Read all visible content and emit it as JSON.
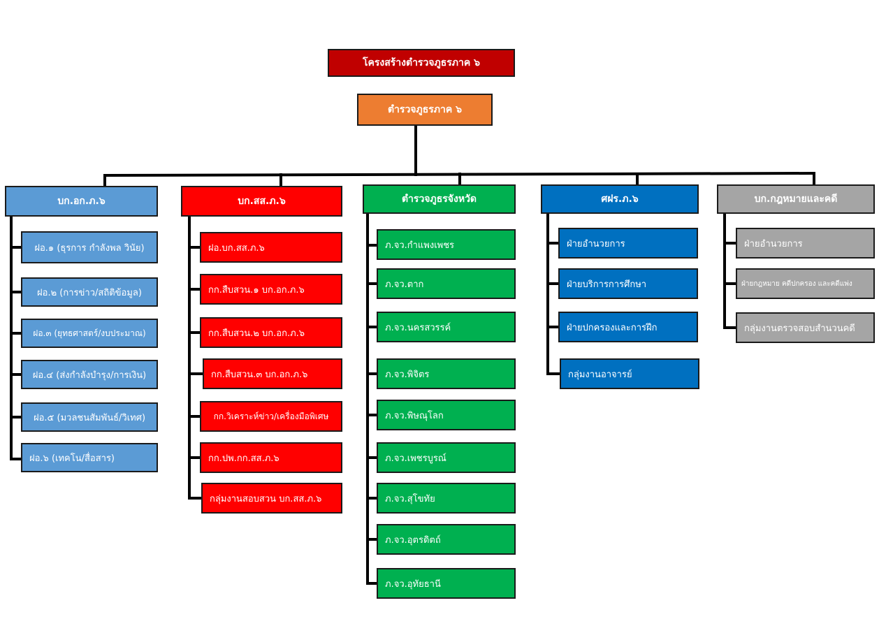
{
  "title": "โครงสร้างตำรวจภูธรภาค ๖",
  "root": "ตำรวจภูธรภาค ๖",
  "colors": {
    "title": "#c00000",
    "root": "#ed7d31",
    "col1": "#5b9bd5",
    "col2": "#ff0000",
    "col3": "#00b050",
    "col4": "#0070c0",
    "col5": "#a5a5a5",
    "line": "#000000"
  },
  "columns": [
    {
      "name": "บก.อก.ภ.๖",
      "items": [
        "ฝอ.๑ (ธุรการ กำลังพล วินัย)",
        "ฝอ.๒ (การข่าว/สถิติข้อมูล)",
        "ฝอ.๓ (ยุทธศาสตร์/งบประมาณ)",
        "ฝอ.๔ (ส่งกำลังบำรุง/การเงิน)",
        "ฝอ.๕ (มวลชนสัมพันธ์/วิเทศ)",
        "ฝอ.๖ (เทคโน/สื่อสาร)"
      ]
    },
    {
      "name": "บก.สส.ภ.๖",
      "items": [
        "ฝอ.บก.สส.ภ.๖",
        "กก.สืบสวน.๑ บก.อก.ภ.๖",
        "กก.สืบสวน.๒ บก.อก.ภ.๖",
        "กก.สืบสวน.๓ บก.อก.ภ.๖",
        "กก.วิเคราะห์ข่าว/เครื่องมือพิเศษ",
        "กก.ปพ.กก.สส.ภ.๖",
        "กลุ่มงานสอบสวน บก.สส.ภ.๖"
      ]
    },
    {
      "name": "ตำรวจภูธรจังหวัด",
      "items": [
        "ภ.จว.กำแพงเพชร",
        "ภ.จว.ตาก",
        "ภ.จว.นครสวรรค์",
        "ภ.จว.พิจิตร",
        "ภ.จว.พิษณุโลก",
        "ภ.จว.เพชรบูรณ์",
        "ภ.จว.สุโขทัย",
        "ภ.จว.อุตรดิตถ์",
        "ภ.จว.อุทัยธานี"
      ]
    },
    {
      "name": "ศฝร.ภ.๖",
      "items": [
        "ฝ่ายอำนวยการ",
        "ฝ่ายบริการการศึกษา",
        "ฝ่ายปกครองและการฝึก",
        "กลุ่มงานอาจารย์"
      ]
    },
    {
      "name": "บก.กฎหมายและคดี",
      "items": [
        "ฝ่ายอำนวยการ",
        "ฝ่ายกฎหมาย คดีปกครอง และคดีแพ่ง",
        "กลุ่มงานตรวจสอบสำนวนคดี"
      ]
    }
  ]
}
